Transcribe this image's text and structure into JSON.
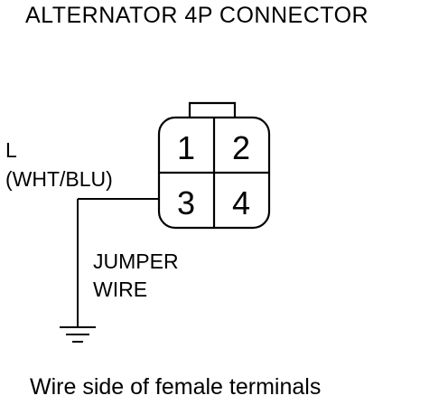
{
  "title": "ALTERNATOR 4P CONNECTOR",
  "wire": {
    "line1": "L",
    "line2": "(WHT/BLU)"
  },
  "jumper": {
    "line1": "JUMPER",
    "line2": "WIRE"
  },
  "terminals": [
    "1",
    "2",
    "3",
    "4"
  ],
  "caption": "Wire side of female terminals",
  "icons": {
    "ground": "ground-symbol-icon",
    "connector": "connector-housing-icon"
  },
  "colors": {
    "line": "#000000",
    "background": "#ffffff"
  }
}
